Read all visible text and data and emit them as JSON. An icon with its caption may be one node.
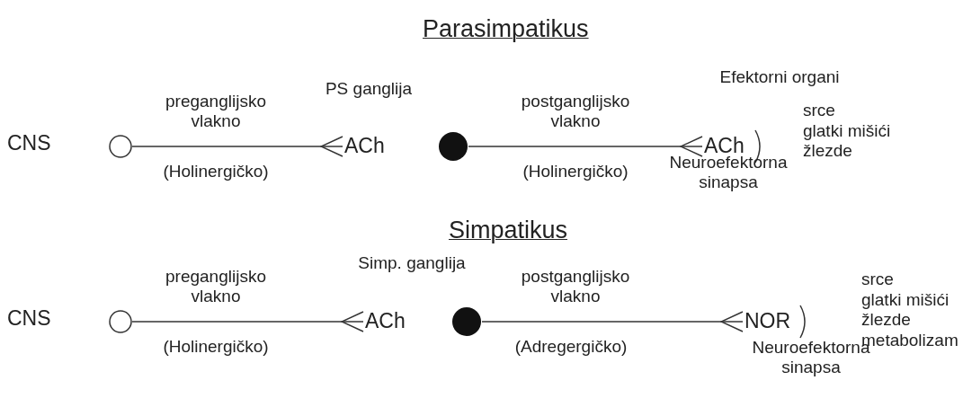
{
  "diagram": {
    "nodes": [
      {
        "text": [],
        "shape": "circle",
        "beside": [
          "CNS"
        ]
      },
      {
        "text": [
          "ACh"
        ],
        "beside": [
          "PS ganglija"
        ]
      },
      {
        "text": [
          "ACh"
        ],
        "beside": [
          "Neuroefektorna sinapsa"
        ]
      },
      {
        "text": [],
        "shape": "circle",
        "beside": [
          "CNS"
        ]
      },
      {
        "text": [
          "ACh"
        ],
        "beside": [
          "Simp. ganglija"
        ]
      },
      {
        "text": [
          "NOR"
        ],
        "beside": [
          "Neuroefektorna sinapsa"
        ]
      }
    ],
    "edges": [
      {
        "from": 0,
        "to": 1,
        "arrow": "other",
        "label": "preganglijsko vlakno"
      },
      {
        "from": 1,
        "to": 2,
        "arrow": "other",
        "label": "postganglijsko vlakno"
      },
      {
        "from": 3,
        "to": 4,
        "arrow": "other",
        "label": "preganglijsko vlakno"
      },
      {
        "from": 4,
        "to": 5,
        "arrow": "other",
        "label": "postganglijsko vlakno"
      }
    ],
    "labels": [
      "Parasimpatikus",
      "Efektorni organi",
      "srce",
      "glatki mišići",
      "žlezde",
      "(Holinergičko)",
      "(Holinergičko)",
      "Simpatikus",
      "srce",
      "glatki mišići",
      "žlezde",
      "metabolizam",
      "(Holinergičko)",
      "(Adregergičko)"
    ]
  }
}
